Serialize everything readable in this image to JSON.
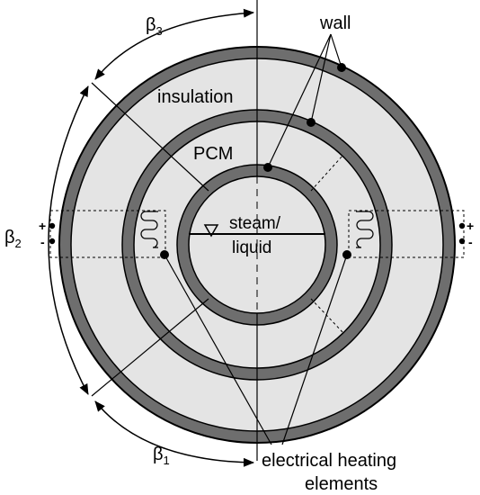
{
  "labels": {
    "wall": "wall",
    "insulation": "insulation",
    "pcm": "PCM",
    "steam": "steam/",
    "liquid": "liquid",
    "heating_line1": "electrical heating",
    "heating_line2": "elements"
  },
  "angles": {
    "beta1": {
      "symbol": "β",
      "index": "1"
    },
    "beta2": {
      "symbol": "β",
      "index": "2"
    },
    "beta3": {
      "symbol": "β",
      "index": "3"
    }
  },
  "terminals": {
    "left": {
      "plus": "+",
      "minus": "-"
    },
    "right": {
      "plus": "+",
      "minus": "-"
    }
  },
  "colors": {
    "wall_fill": "#6e6e6e",
    "material_fill": "#e4e4e4",
    "line": "#000000"
  }
}
